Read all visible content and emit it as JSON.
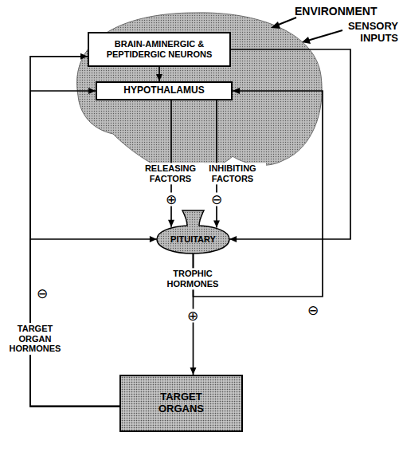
{
  "diagram": {
    "nodes": [
      {
        "text": [
          "BRAIN-AMINERGIC & PEPTIDERGIC NEURONS"
        ]
      },
      {
        "text": [
          "HYPOTHALAMUS"
        ]
      },
      {
        "text": [
          "PITUITARY"
        ]
      },
      {
        "text": [
          "TARGET ORGANS"
        ]
      }
    ],
    "edges": [
      {
        "from": 0,
        "to": 1,
        "arrow": "to"
      },
      {
        "from": 1,
        "to": 2,
        "label": "RELEASING FACTORS",
        "arrow": "to"
      },
      {
        "from": 1,
        "to": 2,
        "label": "INHIBITING FACTORS",
        "arrow": "to"
      },
      {
        "from": 2,
        "to": 3,
        "label": "TROPHIC HORMONES",
        "arrow": "to"
      },
      {
        "from": 3,
        "to": 0,
        "label": "TARGET ORGAN HORMONES",
        "arrow": "to"
      },
      {
        "from": 3,
        "to": 1,
        "arrow": "to"
      },
      {
        "from": 3,
        "to": 2,
        "arrow": "to"
      },
      {
        "from": 2,
        "to": 1,
        "arrow": "to"
      },
      {
        "from": 0,
        "to": 2,
        "arrow": "to"
      }
    ],
    "labels": [
      "ENVIRONMENT",
      "SENSORY INPUTS",
      "⊕",
      "⊖",
      "⊕",
      "⊖",
      "⊖"
    ]
  }
}
